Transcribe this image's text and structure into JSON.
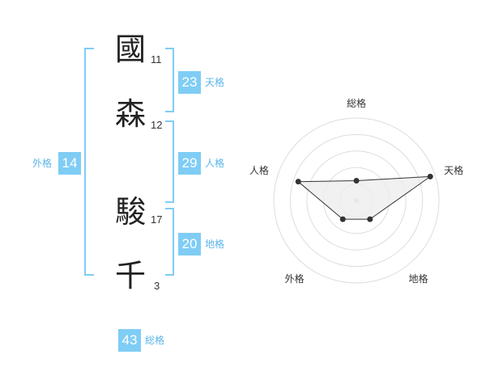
{
  "name": {
    "chars": [
      {
        "char": "國",
        "strokes": "11"
      },
      {
        "char": "森",
        "strokes": "12"
      },
      {
        "char": "駿",
        "strokes": "17"
      },
      {
        "char": "千",
        "strokes": "3"
      }
    ]
  },
  "kaku": {
    "tenkaku": {
      "value": "23",
      "label": "天格"
    },
    "jinkaku": {
      "value": "29",
      "label": "人格"
    },
    "chikaku": {
      "value": "20",
      "label": "地格"
    },
    "gaikaku": {
      "value": "14",
      "label": "外格"
    },
    "soukaku": {
      "value": "43",
      "label": "総格"
    }
  },
  "colors": {
    "accent": "#7fcdf5",
    "label": "#5bb5e8",
    "ring": "#dddddd",
    "fill": "#eeeeee"
  },
  "chart_data": {
    "type": "radar",
    "categories": [
      "総格",
      "天格",
      "地格",
      "外格",
      "人格"
    ],
    "values": [
      1.2,
      4.7,
      1.4,
      1.4,
      3.7
    ],
    "range": [
      0,
      5
    ],
    "rings": 5
  }
}
